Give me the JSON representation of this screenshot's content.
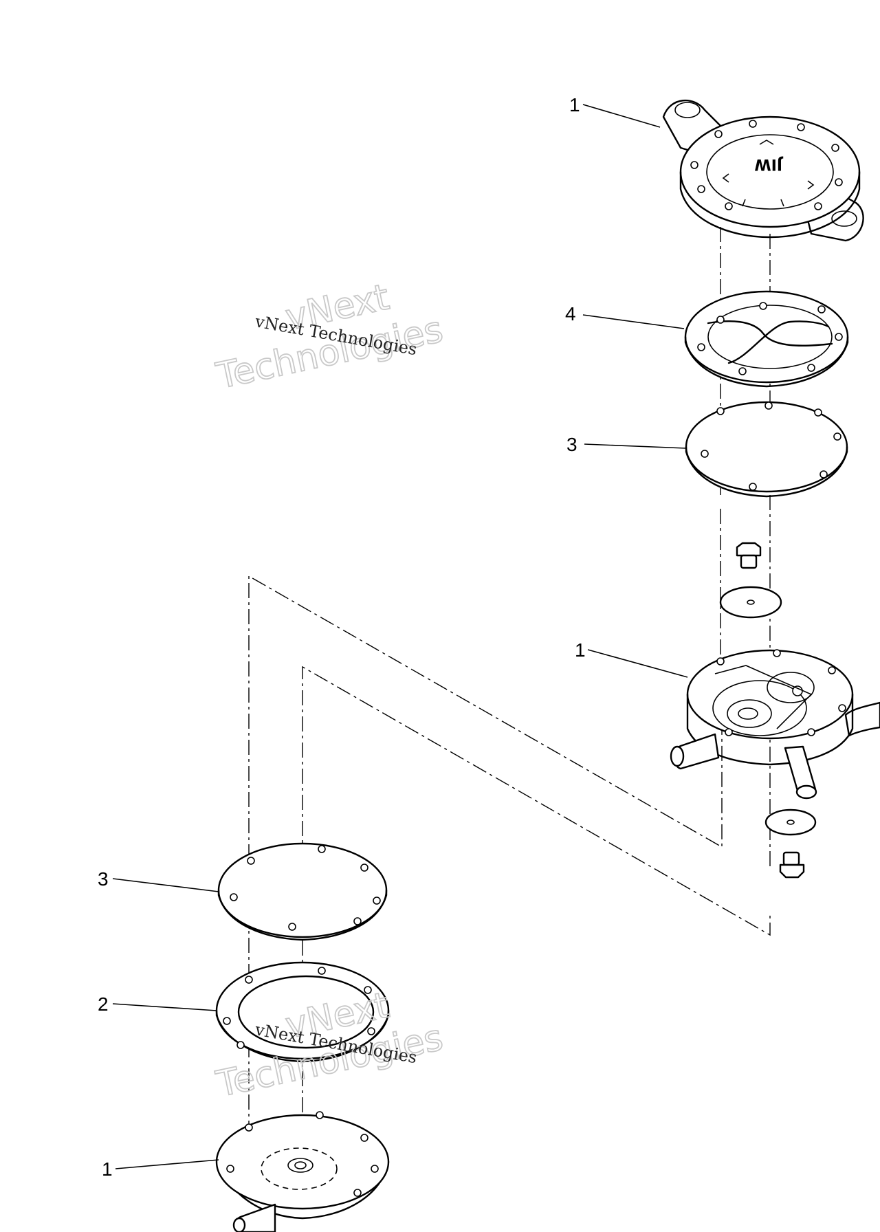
{
  "callouts": {
    "top_cover": "1",
    "valve_gasket": "4",
    "top_diaphragm": "3",
    "pump_body": "1",
    "bottom_diaphragm": "3",
    "bottom_gasket": "2",
    "bottom_cover": "1"
  },
  "watermark": {
    "top_serif": "vNext Technologies",
    "top_outline_line1": "vNext",
    "top_outline_line2": "Technologies",
    "bottom_serif": "vNext Technologies",
    "bottom_outline_line1": "vNext",
    "bottom_outline_line2": "Technologies"
  },
  "cover_embossing": "JIW"
}
